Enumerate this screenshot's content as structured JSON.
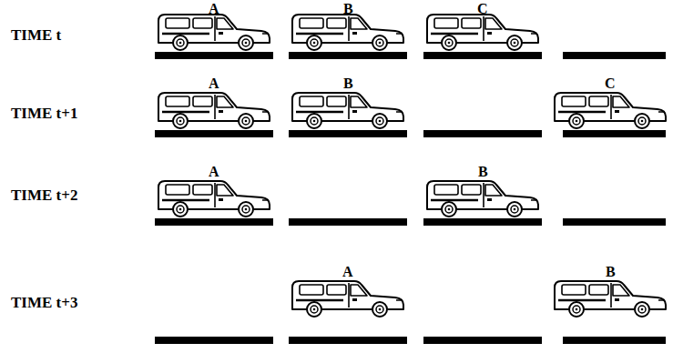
{
  "diagram": {
    "labels": [
      "TIME t",
      "A",
      "B",
      "C",
      "TIME t+1",
      "A",
      "B",
      "C",
      "TIME t+2",
      "A",
      "B",
      "TIME t+3",
      "A",
      "B"
    ]
  }
}
